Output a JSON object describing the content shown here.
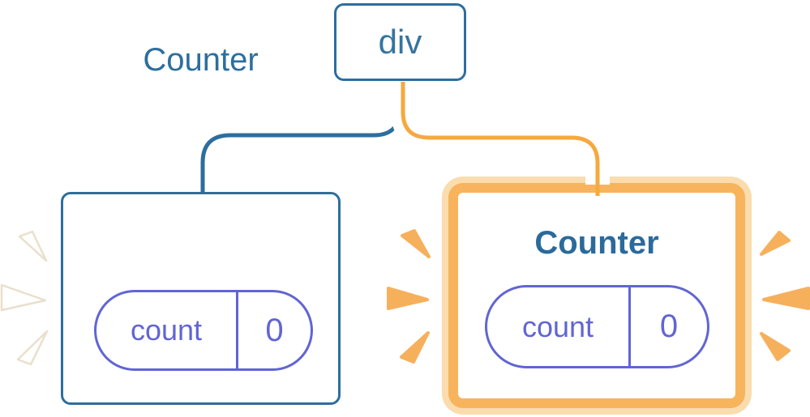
{
  "tree": {
    "root": {
      "label": "div"
    },
    "children": [
      {
        "title": "Counter",
        "state_key": "count",
        "state_value": "0",
        "highlighted": false
      },
      {
        "title": "Counter",
        "state_key": "count",
        "state_value": "0",
        "highlighted": true
      }
    ]
  },
  "icons": {
    "left_sparks": "render-burst-icon-white",
    "right_sparks": "render-burst-icon-orange"
  },
  "colors": {
    "node_blue": "#2d6e9d",
    "connector_blue": "#2d6e9d",
    "connector_orange": "#f6a93f",
    "highlight_border": "#f7b45c",
    "highlight_glow": "#fbdcae",
    "state_purple": "#6165d3",
    "spark_orange": "#f6b05c",
    "spark_white": "#ffffff",
    "background": "#ffffff"
  }
}
